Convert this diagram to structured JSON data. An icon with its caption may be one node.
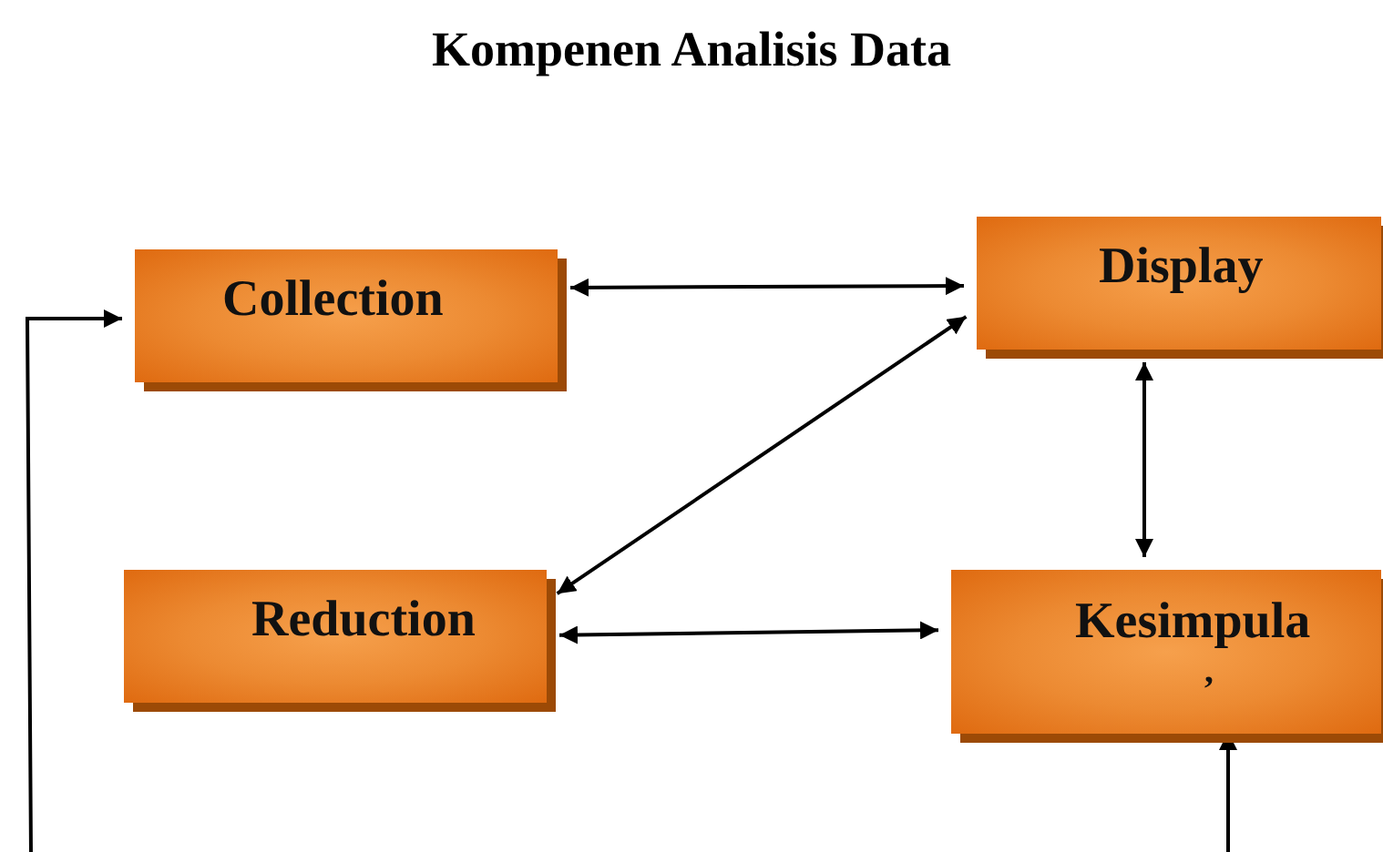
{
  "diagram": {
    "title": "Kompenen Analisis Data",
    "nodes": [
      {
        "text": [
          "Collection"
        ]
      },
      {
        "text": [
          "Display"
        ]
      },
      {
        "text": [
          "Reduction"
        ]
      },
      {
        "text": [
          "Kesimpula",
          "’"
        ]
      }
    ],
    "edges": [
      {
        "from": 0,
        "to": 1,
        "arrow": "both"
      },
      {
        "from": 2,
        "to": 1,
        "arrow": "both"
      },
      {
        "from": 2,
        "to": 3,
        "arrow": "both"
      },
      {
        "from": 1,
        "to": 3,
        "arrow": "both"
      },
      {
        "from": null,
        "to": 3,
        "arrow": "to"
      },
      {
        "from": null,
        "to": 0,
        "arrow": "to"
      }
    ]
  }
}
